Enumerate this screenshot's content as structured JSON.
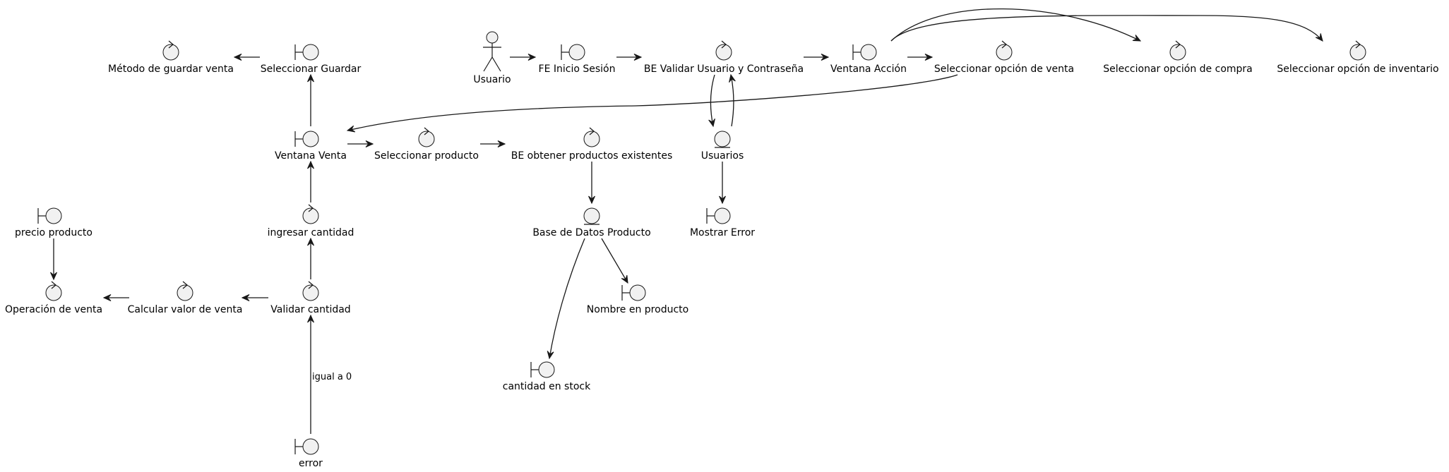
{
  "diagram": {
    "nodes": {
      "usuario": {
        "label": "Usuario",
        "kind": "actor"
      },
      "fe_inicio": {
        "label": "FE Inicio Sesión",
        "kind": "boundary"
      },
      "be_validar": {
        "label": "BE Validar Usuario y Contraseña",
        "kind": "control"
      },
      "ventana_accion": {
        "label": "Ventana Acción",
        "kind": "boundary"
      },
      "sel_venta": {
        "label": "Seleccionar opción de venta",
        "kind": "control"
      },
      "sel_compra": {
        "label": "Seleccionar opción de compra",
        "kind": "control"
      },
      "sel_inventario": {
        "label": "Seleccionar opción de inventario",
        "kind": "control"
      },
      "usuarios": {
        "label": "Usuarios",
        "kind": "entity"
      },
      "mostrar_error": {
        "label": "Mostrar Error",
        "kind": "boundary"
      },
      "metodo_guardar": {
        "label": "Método de guardar venta",
        "kind": "control"
      },
      "sel_guardar": {
        "label": "Seleccionar Guardar",
        "kind": "boundary"
      },
      "ventana_venta": {
        "label": "Ventana Venta",
        "kind": "boundary"
      },
      "sel_producto": {
        "label": "Seleccionar producto",
        "kind": "control"
      },
      "be_obtener": {
        "label": "BE obtener productos existentes",
        "kind": "control"
      },
      "bd_producto": {
        "label": "Base de Datos Producto",
        "kind": "entity"
      },
      "nombre_producto": {
        "label": "Nombre en producto",
        "kind": "boundary"
      },
      "cantidad_stock": {
        "label": "cantidad en stock",
        "kind": "boundary"
      },
      "ingresar_cantidad": {
        "label": "ingresar cantidad",
        "kind": "control"
      },
      "validar_cantidad": {
        "label": "Validar cantidad",
        "kind": "control"
      },
      "calcular_valor": {
        "label": "Calcular valor de venta",
        "kind": "control"
      },
      "operacion_venta": {
        "label": "Operación de venta",
        "kind": "control"
      },
      "precio_producto": {
        "label": "precio producto",
        "kind": "boundary"
      },
      "error": {
        "label": "error",
        "kind": "boundary"
      }
    },
    "edges": [
      {
        "from": "usuario",
        "to": "fe_inicio"
      },
      {
        "from": "fe_inicio",
        "to": "be_validar"
      },
      {
        "from": "be_validar",
        "to": "ventana_accion"
      },
      {
        "from": "ventana_accion",
        "to": "sel_venta"
      },
      {
        "from": "ventana_accion",
        "to": "sel_compra"
      },
      {
        "from": "ventana_accion",
        "to": "sel_inventario"
      },
      {
        "from": "be_validar",
        "to": "usuarios"
      },
      {
        "from": "usuarios",
        "to": "be_validar"
      },
      {
        "from": "usuarios",
        "to": "mostrar_error"
      },
      {
        "from": "sel_venta",
        "to": "ventana_venta"
      },
      {
        "from": "ventana_venta",
        "to": "sel_guardar"
      },
      {
        "from": "sel_guardar",
        "to": "metodo_guardar"
      },
      {
        "from": "ventana_venta",
        "to": "sel_producto"
      },
      {
        "from": "sel_producto",
        "to": "be_obtener"
      },
      {
        "from": "be_obtener",
        "to": "bd_producto"
      },
      {
        "from": "bd_producto",
        "to": "nombre_producto"
      },
      {
        "from": "bd_producto",
        "to": "cantidad_stock"
      },
      {
        "from": "ingresar_cantidad",
        "to": "ventana_venta"
      },
      {
        "from": "validar_cantidad",
        "to": "ingresar_cantidad"
      },
      {
        "from": "validar_cantidad",
        "to": "calcular_valor"
      },
      {
        "from": "calcular_valor",
        "to": "operacion_venta"
      },
      {
        "from": "precio_producto",
        "to": "operacion_venta"
      },
      {
        "from": "error",
        "to": "validar_cantidad",
        "label": "igual a 0"
      }
    ]
  }
}
